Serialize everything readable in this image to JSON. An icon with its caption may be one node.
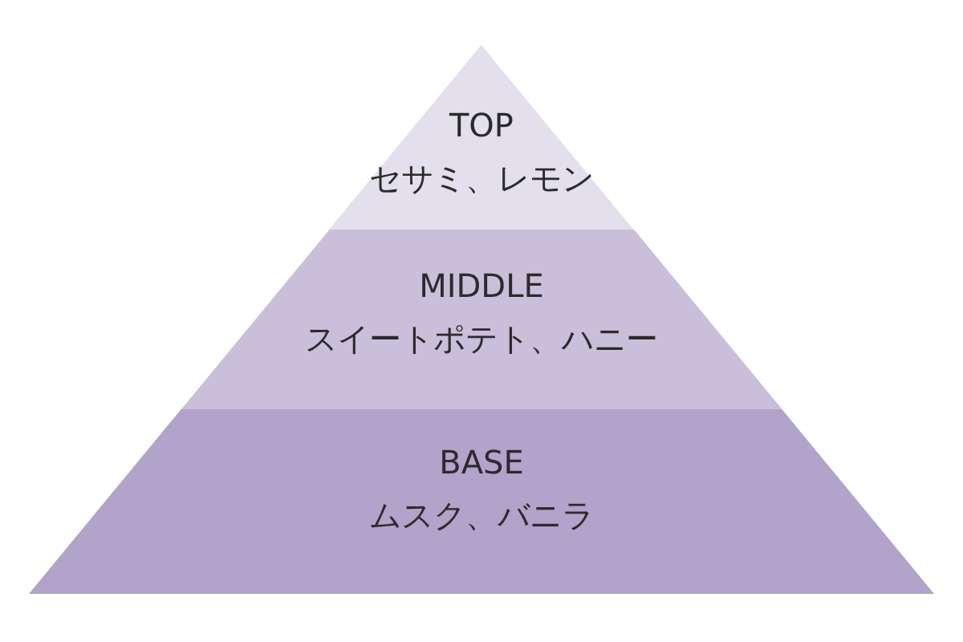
{
  "diagram": {
    "nodes": [
      {
        "text": [
          "TOP",
          "セサミ、レモン"
        ]
      },
      {
        "text": [
          "MIDDLE",
          "スイートポテト、ハニー"
        ]
      },
      {
        "text": [
          "BASE",
          "ムスク、バニラ"
        ]
      }
    ]
  }
}
